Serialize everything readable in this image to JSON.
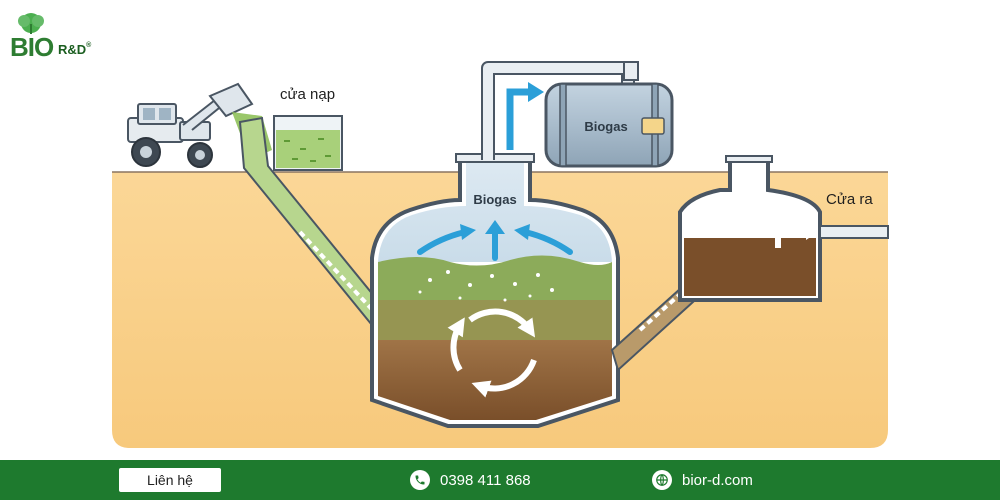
{
  "brand": {
    "logo_text": "BIO",
    "logo_suffix": "R&D",
    "registered": "®"
  },
  "labels": {
    "inlet": "cửa nạp",
    "outlet": "Cửa ra",
    "biogas_tank": "Biogas",
    "biogas_dome": "Biogas"
  },
  "footer": {
    "contact_label": "Liên hệ",
    "phone": "0398 411 868",
    "website": "bior-d.com",
    "phone_icon": "phone-icon",
    "web_icon": "globe-icon"
  },
  "colors": {
    "footer_bg": "#1e7a2e",
    "ground": "#f8cf8a",
    "slurry": "#8b5e34",
    "gas_arrow": "#2b9fd8",
    "brand_green": "#2e7d32"
  }
}
